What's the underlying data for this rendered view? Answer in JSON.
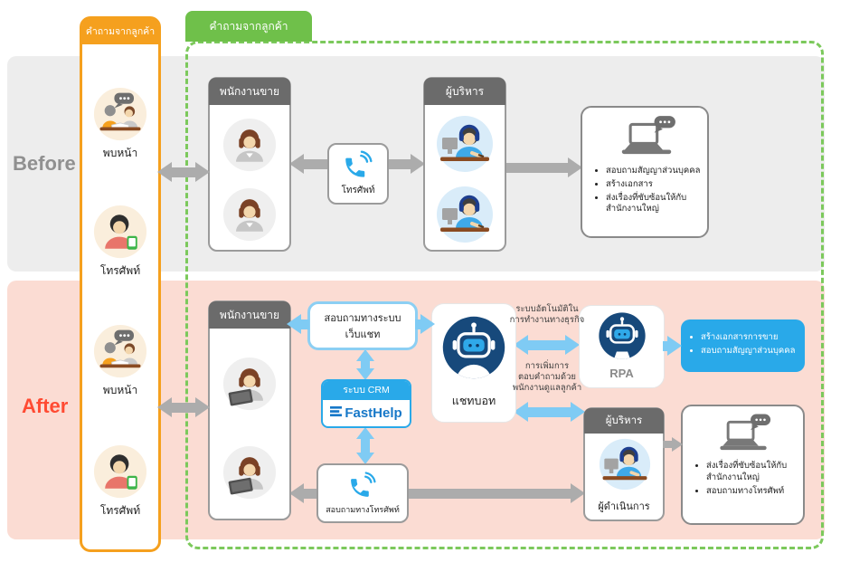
{
  "tabs": {
    "orange_label": "คำถามจากลูกค้า",
    "green_label": "คำถามจากลูกค้า"
  },
  "sections": {
    "before_label": "Before",
    "after_label": "After"
  },
  "customer_column": {
    "items": [
      {
        "label": "พบหน้า"
      },
      {
        "label": "โทรศัพท์"
      },
      {
        "label": "พบหน้า"
      },
      {
        "label": "โทรศัพท์"
      }
    ]
  },
  "before": {
    "sales_title": "พนักงานขาย",
    "phone_label": "โทรศัพท์",
    "manager_title": "ผู้บริหาร",
    "tasks": [
      "สอบถามสัญญาส่วนบุคคล",
      "สร้างเอกสาร",
      "ส่งเรื่องที่ซับซ้อนให้กับสำนักงานใหญ่"
    ]
  },
  "after": {
    "sales_title": "พนักงานขาย",
    "webchat_label": "สอบถามทางระบบ\nเว็บแชท",
    "crm_header": "ระบบ CRM",
    "crm_brand": "FastHelp",
    "phone_label": "สอบถามทางโทรศัพท์",
    "chatbot_label": "แชทบอท",
    "rpa_label": "RPA",
    "rpa_arrow_note": "ระบบอัตโนมัติใน\nการทำงานทางธุรกิจ",
    "manager_arrow_note": "การเพิ่มการ\nตอบคำถามด้วย\nพนักงานดูแลลูกค้า",
    "rpa_tasks": [
      "สร้างเอกสารการขาย",
      "สอบถามสัญญาส่วนบุคคล"
    ],
    "manager_title": "ผู้บริหาร",
    "operator_label": "ผู้ดำเนินการ",
    "tasks": [
      "ส่งเรื่องที่ซับซ้อนให้กับสำนักงานใหญ่",
      "สอบถามทางโทรศัพท์"
    ]
  },
  "colors": {
    "orange": "#F5A01E",
    "green": "#6FC04A",
    "blue": "#29A9E9",
    "sky_arrow": "#7FCBF4",
    "gray_arrow": "#ACACAC",
    "before_bg": "#EDEDED",
    "after_bg": "#FBDCD3",
    "header_gray": "#6B6B6B",
    "after_label_red": "#FF4B33",
    "robot_navy": "#17497B"
  }
}
